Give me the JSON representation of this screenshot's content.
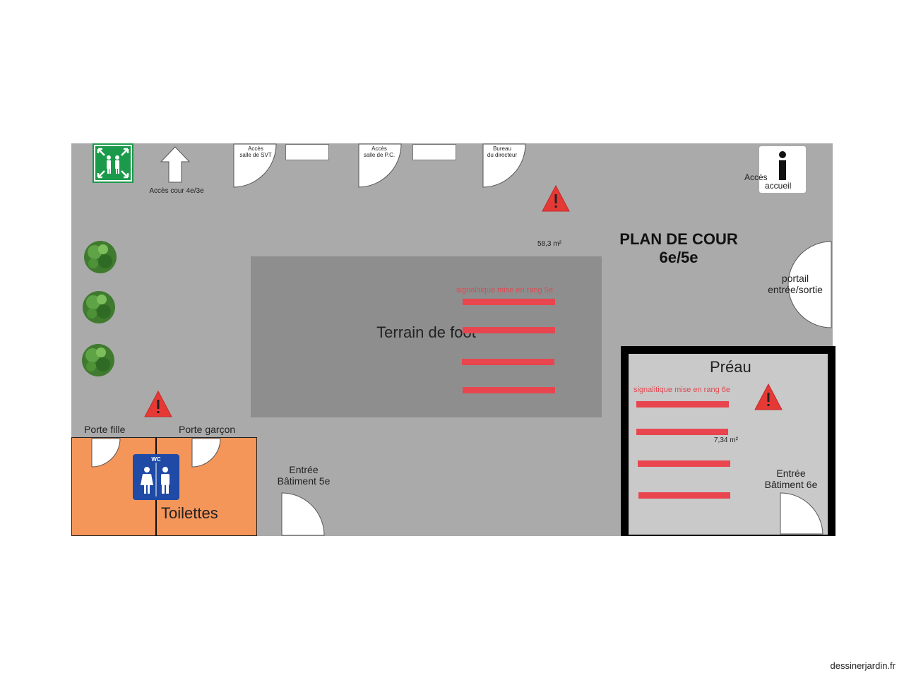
{
  "plan": {
    "title_line1": "PLAN DE COUR",
    "title_line2": "6e/5e",
    "yard_area": "58,3 m²",
    "field_label": "Terrain de foot",
    "field_sign": "signalitique mise en rang 5e",
    "preau_label": "Préau",
    "preau_sign": "signalitique mise en rang 6e",
    "preau_area": "7,34 m²",
    "access_cour": "Accès cour 4e/3e",
    "door_svt": "Accès\nsalle de SVT",
    "door_pc": "Accès\nsalle de P.C.",
    "door_director": "Bureau\ndu directeur",
    "access_accueil_1": "Accès",
    "access_accueil_2": "accueil",
    "portail_1": "portail",
    "portail_2": "entrée/sortie",
    "entree5_1": "Entrée",
    "entree5_2": "Bâtiment 5e",
    "entree6_1": "Entrée",
    "entree6_2": "Bâtiment 6e",
    "porte_fille": "Porte fille",
    "porte_garcon": "Porte garçon",
    "toilettes": "Toilettes",
    "wc": "WC",
    "info_letter": "i"
  },
  "icons": {
    "assembly": "assembly-point-icon",
    "arrow": "arrow-up-icon",
    "warning": "warning-icon",
    "tree": "tree-icon",
    "info": "info-icon",
    "wc": "wc-icon"
  },
  "colors": {
    "yard": "#aaaaaa",
    "field": "#8e8e8e",
    "stripe": "#e8454f",
    "toilets": "#f4955a",
    "wc": "#1f4aa6",
    "exit": "#1a9a4a",
    "warning": "#e53935"
  },
  "credit": "dessinerjardin.fr"
}
